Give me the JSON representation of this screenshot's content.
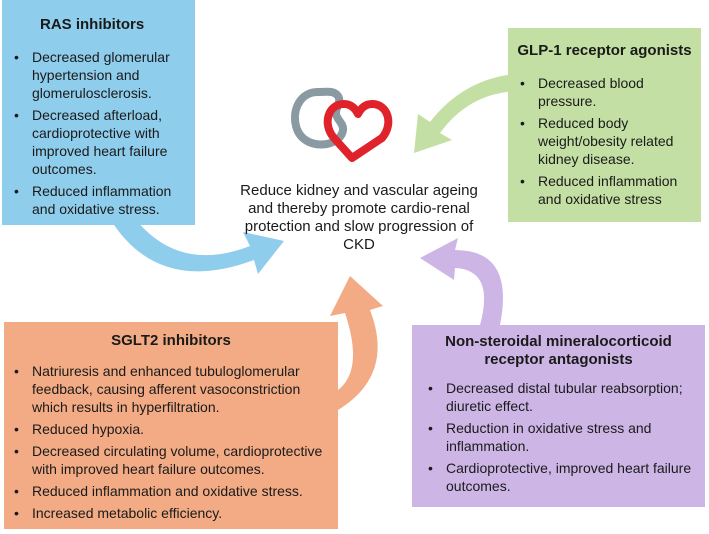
{
  "center": {
    "text": "Reduce kidney and vascular ageing and thereby promote cardio-renal protection and slow progression of CKD"
  },
  "boxes": {
    "ras": {
      "title": "RAS inhibitors",
      "items": [
        "Decreased glomerular hypertension and glomerulosclerosis.",
        "Decreased afterload, cardioprotective with improved heart failure outcomes.",
        "Reduced inflammation and oxidative stress."
      ],
      "color": "#8fcdec"
    },
    "glp": {
      "title": "GLP-1 receptor agonists",
      "items": [
        "Decreased blood pressure.",
        "Reduced body weight/obesity related kidney disease.",
        "Reduced inflammation and oxidative stress"
      ],
      "color": "#c3dfa4"
    },
    "sglt": {
      "title": "SGLT2 inhibitors",
      "items": [
        "Natriuresis and enhanced tubuloglomerular feedback, causing afferent vasoconstriction which results in hyperfiltration.",
        "Reduced hypoxia.",
        "Decreased circulating volume, cardioprotective with improved heart failure outcomes.",
        "Reduced inflammation and oxidative stress.",
        "Increased metabolic efficiency."
      ],
      "color": "#f2ab84"
    },
    "mra": {
      "title": "Non-steroidal mineralocorticoid receptor antagonists",
      "items": [
        "Decreased distal tubular reabsorption; diuretic effect.",
        "Reduction in oxidative stress and inflammation.",
        "Cardioprotective, improved heart failure outcomes."
      ],
      "color": "#cdb6e6"
    }
  },
  "icons": {
    "kidney": "kidney-icon",
    "heart": "heart-icon",
    "kidney_color": "#8a9aa2",
    "heart_color": "#e0232b"
  },
  "arrow_colors": {
    "ras": "#8fcdec",
    "glp": "#c3dfa4",
    "sglt": "#f2ab84",
    "mra": "#cdb6e6"
  }
}
